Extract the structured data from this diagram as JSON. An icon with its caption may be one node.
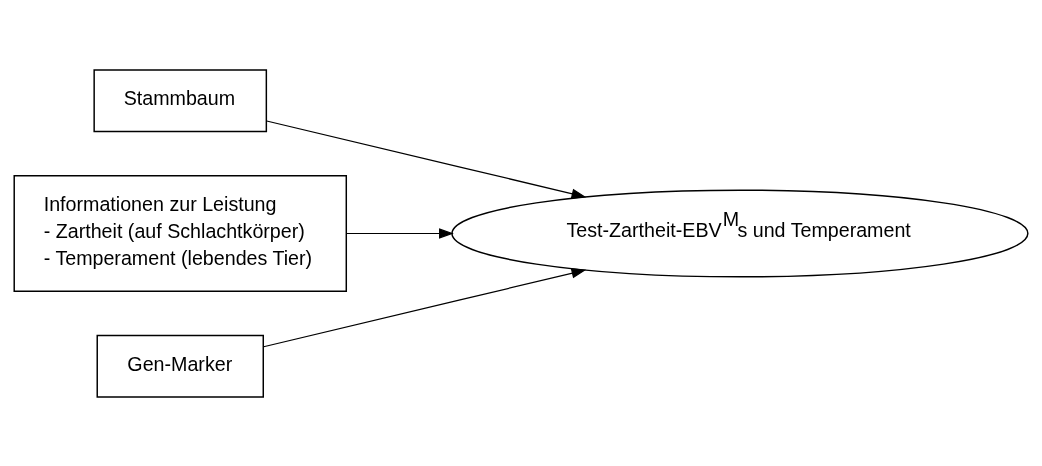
{
  "diagram": {
    "nodes": [
      {
        "text": [
          "Stammbaum"
        ]
      },
      {
        "text": [
          "Informationen zur Leistung",
          "- Zartheit (auf Schlachtkörper)",
          "- Temperament (lebendes Tier)"
        ]
      },
      {
        "text": [
          "Test-Zartheit-EBV$^{M}$s und Temperament"
        ]
      },
      {
        "text": [
          "Gen-Marker"
        ]
      }
    ],
    "edges": [
      {
        "from": 0,
        "to": 2,
        "arrow": "to"
      },
      {
        "from": 1,
        "to": 2,
        "arrow": "to"
      },
      {
        "from": 3,
        "to": 2,
        "arrow": "to"
      }
    ]
  }
}
